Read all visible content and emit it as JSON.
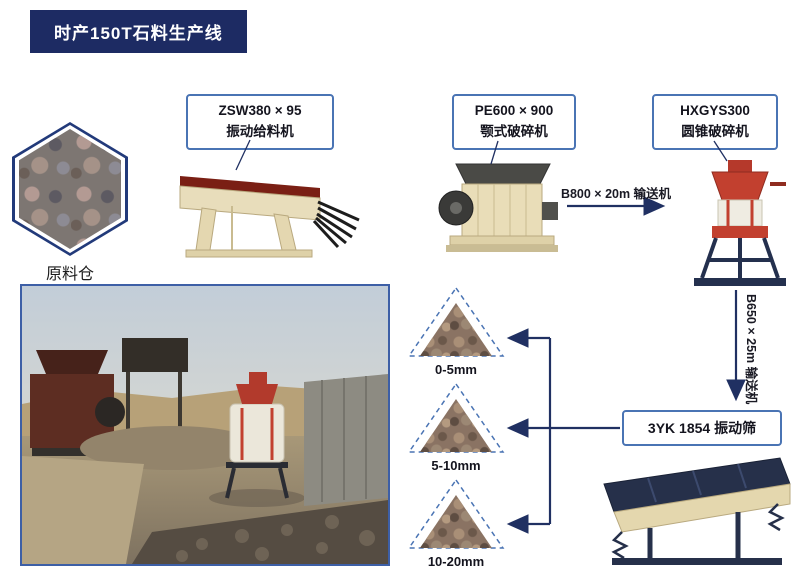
{
  "header": {
    "title": "时产150T石料生产线"
  },
  "raw_material": {
    "label": "原料仓"
  },
  "stations": {
    "feeder": {
      "model": "ZSW380 × 95",
      "name": "振动给料机"
    },
    "jaw_crusher": {
      "model": "PE600 × 900",
      "name": "颚式破碎机"
    },
    "cone_crusher": {
      "model": "HXGYS300",
      "name": "圆锥破碎机"
    },
    "screen": {
      "label": "3YK 1854  振动筛"
    }
  },
  "conveyors": {
    "belt_1": "B800 × 20m 输送机",
    "belt_2": "B650 × 25m 输送机"
  },
  "products": [
    {
      "label": "0-5mm"
    },
    {
      "label": "5-10mm"
    },
    {
      "label": "10-20mm"
    }
  ],
  "colors": {
    "banner_bg": "#1d2b63",
    "box_border": "#4a74b4",
    "flow_line": "#203062",
    "machine_beige": "#e8ddbb",
    "machine_red": "#c2402f",
    "machine_navy": "#26304a",
    "photo_border": "#3d5fa6"
  }
}
